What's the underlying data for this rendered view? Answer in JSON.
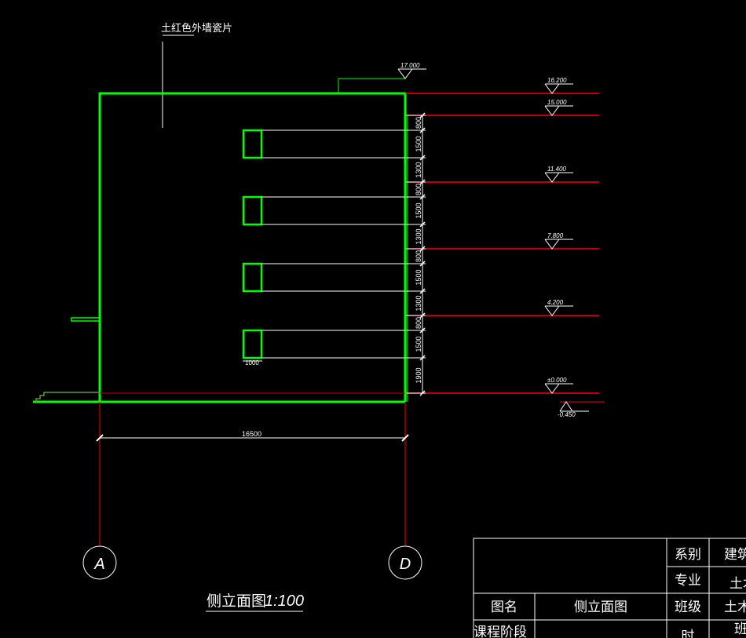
{
  "drawing": {
    "note": "土红色外墙瓷片",
    "title": "侧立面图",
    "scale": "1:100",
    "top_elevation": "17.000",
    "elevations": [
      "16.200",
      "15.000",
      "11.400",
      "7.800",
      "4.200",
      "±0.000"
    ],
    "ground_elevation": "-0.450",
    "vertical_dimensions": [
      "800",
      "1500",
      "1300",
      "800",
      "1500",
      "1300",
      "800",
      "1500",
      "1300",
      "800",
      "1500",
      "1900"
    ],
    "window_width": "1000",
    "overall_width": "16500",
    "axes": [
      "A",
      "D"
    ],
    "colors": {
      "wall": "#00ff00",
      "floor_line": "#ff0000",
      "annotation": "#ffffff",
      "background": "#000000"
    }
  },
  "title_block": {
    "rows": [
      [
        "",
        "系别",
        "建筑"
      ],
      [
        "",
        "专业",
        "土木"
      ],
      [
        "图名",
        "侧立面图",
        "班级",
        "土木"
      ],
      [
        "课程阶段",
        "",
        "时",
        "班"
      ]
    ]
  }
}
